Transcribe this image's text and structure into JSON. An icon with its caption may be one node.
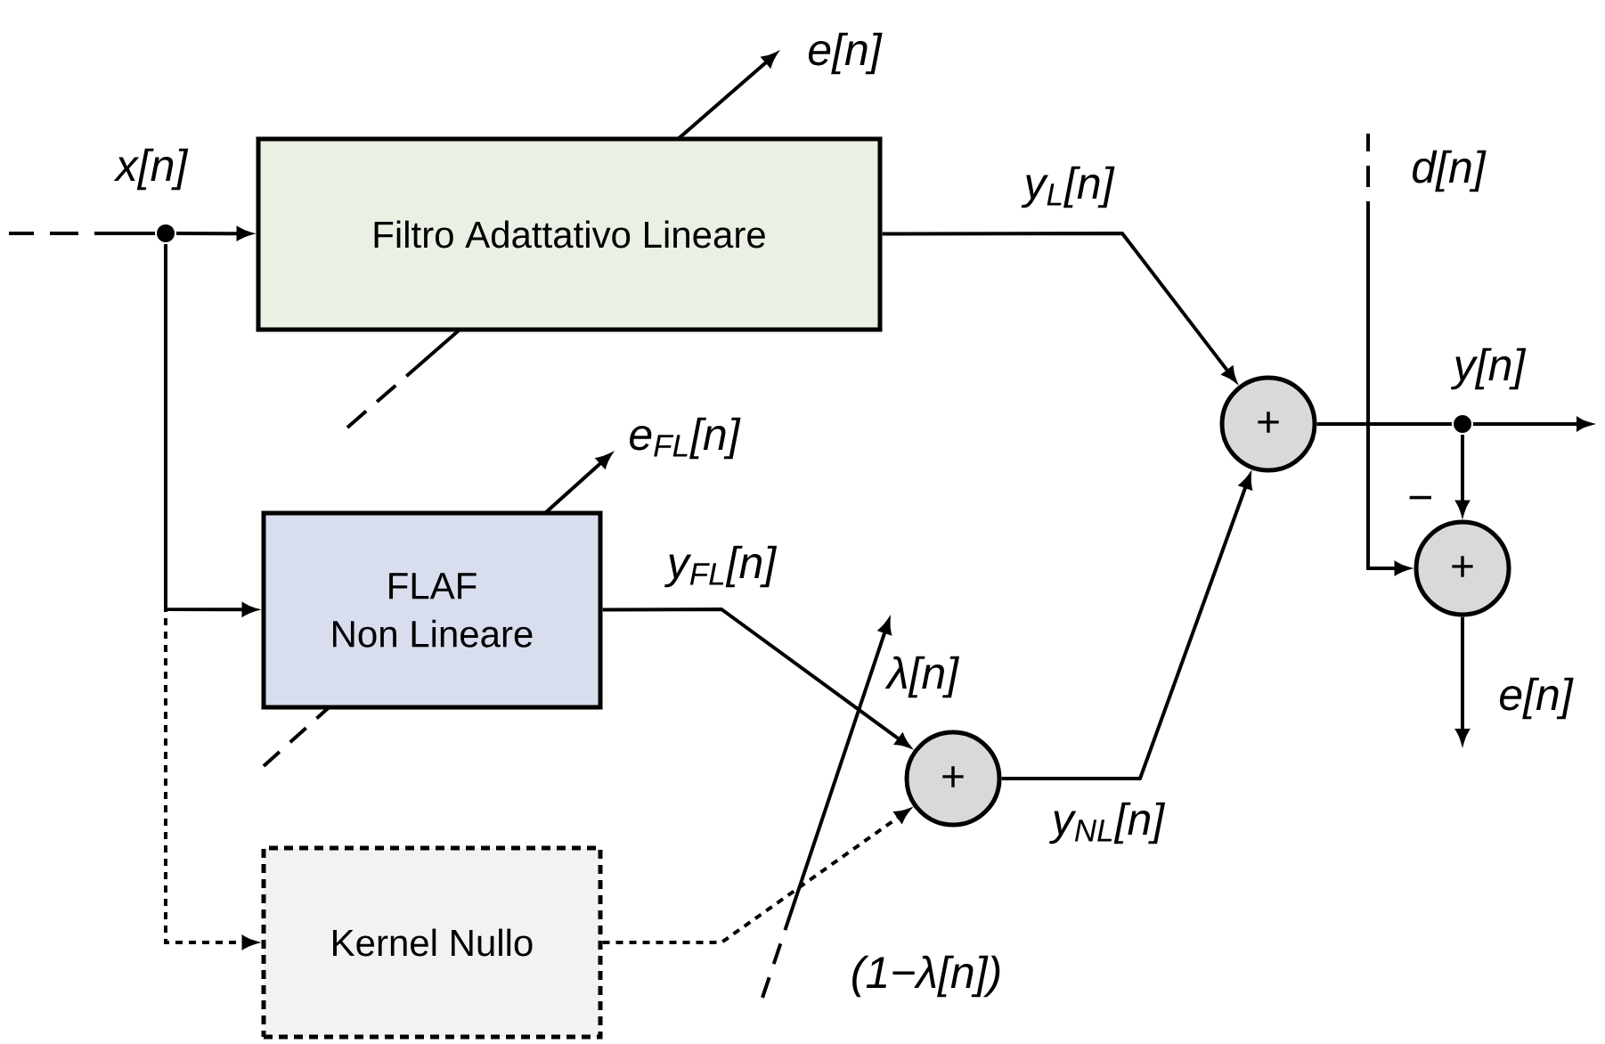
{
  "diagram": {
    "nodes": [
      {
        "text": [
          "Filtro Adattativo Lineare"
        ]
      },
      {
        "text": [
          "FLAF",
          "Non Lineare"
        ]
      },
      {
        "text": [
          "Kernel Nullo"
        ]
      },
      {
        "text": [
          "+"
        ]
      },
      {
        "text": [
          "+"
        ]
      },
      {
        "text": [
          "+"
        ]
      },
      {
        "text": [],
        "shape": "circle"
      },
      {
        "text": [],
        "shape": "circle"
      }
    ],
    "edges": [
      {
        "from": null,
        "to": 6,
        "arrow": "none",
        "label": "x[n]",
        "style": "dashed"
      },
      {
        "from": 6,
        "to": 0,
        "arrow": "to"
      },
      {
        "from": 6,
        "to": 1,
        "arrow": "to"
      },
      {
        "from": 6,
        "to": 2,
        "arrow": "to",
        "style": "dashed"
      },
      {
        "from": 0,
        "to": 4,
        "arrow": "to",
        "label": "y$_{L}$[n]"
      },
      {
        "from": 1,
        "to": 3,
        "arrow": "to",
        "label": "y$_{FL}$[n]"
      },
      {
        "from": 2,
        "to": 3,
        "arrow": "to",
        "style": "dashed"
      },
      {
        "from": 3,
        "to": 4,
        "arrow": "to",
        "label": "y$_{NL}$[n]"
      },
      {
        "from": 4,
        "to": 7,
        "arrow": "none"
      },
      {
        "from": 7,
        "to": null,
        "arrow": "to",
        "label": "y[n]"
      },
      {
        "from": 7,
        "to": 5,
        "arrow": "to"
      },
      {
        "from": null,
        "to": 5,
        "arrow": "to",
        "label": "d[n]",
        "style": "dashed"
      },
      {
        "from": 5,
        "to": null,
        "arrow": "to",
        "label": "e[n]"
      }
    ],
    "labels": [
      "e[n]",
      "e$_{FL}$[n]",
      "λ[n]",
      "(1−λ[n])",
      "−"
    ]
  }
}
